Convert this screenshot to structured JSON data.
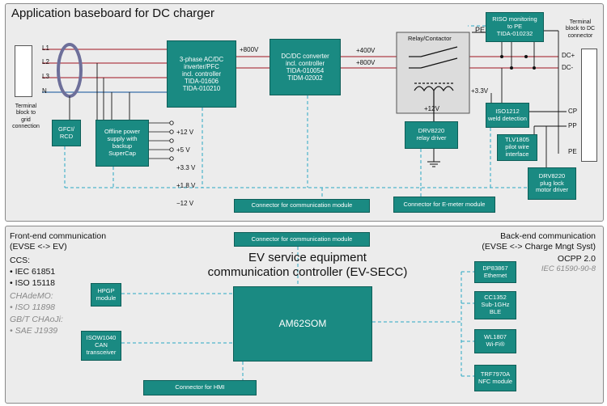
{
  "top": {
    "title": "Application baseboard for DC charger",
    "grid_terminal": {
      "labels": [
        "L1",
        "L2",
        "L3",
        "N"
      ],
      "caption": "Terminal\nblock to\ngrid\nconnection"
    },
    "dc_terminal": {
      "labels": [
        "DC+",
        "DC-",
        "CP",
        "PP",
        "PE"
      ],
      "caption": "Terminal\nblock to DC\nconnector"
    },
    "blocks": {
      "gfci": "GFCI/\nRCD",
      "offline_ps": "Offline power\nsupply with\nbackup\nSuperCap",
      "pfc": "3-phase AC/DC\ninverter/PFC\nincl. controller\nTIDA-01606\nTIDA-010210",
      "dcdc": "DC/DC converter\nincl. controller\nTIDA-010054\nTIDM-02002",
      "relay_driver": "DRV8220\nrelay driver",
      "riso": "RISO monitoring\nto PE\nTIDA-010232",
      "iso1212": "ISO1212\nweld detection",
      "tlv1805": "TLV1805\npilot wire\ninterface",
      "drv_plug": "DRV8220\nplug lock\nmotor driver",
      "conn_comm": "Connector for communication module",
      "conn_emeter": "Connector for  E-meter module"
    },
    "labels": {
      "plus800_a": "+800V",
      "plus400": "+400V",
      "plus800_b": "+800V",
      "relay": "Relay/Contactor",
      "pe": "PE",
      "plus12v": "+12V",
      "plus3v3": "+3.3V"
    },
    "rails": [
      "+12 V",
      "+5 V",
      "+3.3 V",
      "+1.8 V",
      "−12 V"
    ]
  },
  "bottom": {
    "front_title": "Front-end communication\n(EVSE <-> EV)",
    "ccs": "CCS:",
    "ccs_items": [
      "IEC 61851",
      "ISO 15118"
    ],
    "chademo": "CHAdeMO:",
    "chademo_item": "ISO 11898",
    "gbt": "GB/T CHAoJi:",
    "gbt_item": "SAE J1939",
    "center_title": "EV service equipment\ncommunication controller (EV-SECC)",
    "back_title": "Back-end communication\n(EVSE <-> Charge Mngt Syst)",
    "ocpp": "OCPP 2.0",
    "iec": "IEC 61590-90-8",
    "blocks": {
      "conn_comm": "Connector for communication module",
      "hpgp": "HPGP\nmodule",
      "iso1040": "ISOW1040\nCAN\ntransceiver",
      "am62": "AM62SOM",
      "conn_hmi": "Connector for HMI",
      "dp83867": "DP83867\nEthernet",
      "cc1352": "CC1352\nSub-1GHz\nBLE",
      "wl1807": "WL1807\nWi-Fi®",
      "trf7970": "TRF7970A\nNFC module"
    }
  },
  "colors": {
    "teal": "#1a8a82",
    "dash": "#2aa7c4",
    "wire_red": "#b0404a",
    "wire_blue": "#3a6fa8",
    "panel": "#ececec"
  }
}
